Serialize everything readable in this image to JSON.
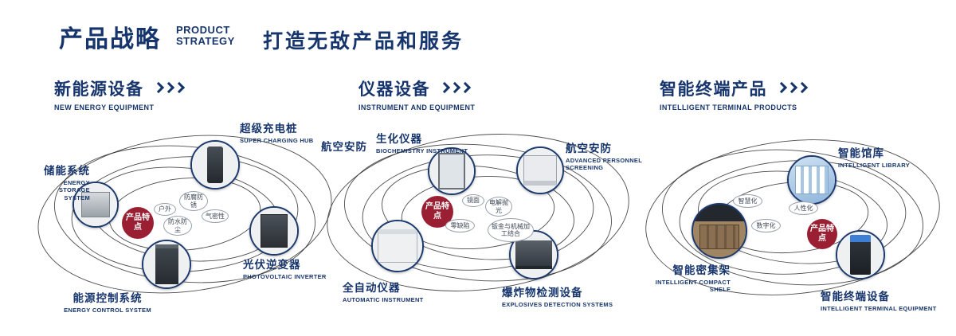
{
  "colors": {
    "navy": "#17356d",
    "feature_red": "#9b1f33",
    "orbit_line": "#2d2d2d"
  },
  "icons": {
    "section_arrow": "chevron-right-triple"
  },
  "header": {
    "title": "产品战略",
    "subtitle_lines": [
      "PRODUCT",
      "STRATEGY"
    ],
    "slogan": "打造无敌产品和服务"
  },
  "sections": [
    {
      "title": "新能源设备",
      "subtitle": "NEW ENERGY EQUIPMENT",
      "center_label": "产品特点",
      "nodes": [
        {
          "label": "储能系统",
          "sublabel": "ENERGY STORAGE SYSTEM"
        },
        {
          "label": "超级充电桩",
          "sublabel": "SUPER CHARGING HUB"
        },
        {
          "label": "光伏逆变器",
          "sublabel": "PHOTOVOLTAIC INVERTER"
        },
        {
          "label": "能源控制系统",
          "sublabel": "ENERGY CONTROL SYSTEM"
        }
      ],
      "features": [
        "户外",
        "防腐防锈",
        "气密性",
        "防水防尘"
      ]
    },
    {
      "title": "仪器设备",
      "subtitle": "INSTRUMENT AND EQUIPMENT",
      "extra_label": "航空安防",
      "center_label": "产品特点",
      "nodes": [
        {
          "label": "生化仪器",
          "sublabel": "BIOCHEMISTRY INSTRUMENT"
        },
        {
          "label": "航空安防",
          "sublabel": "ADVANCED PERSONNEL SCREENING"
        },
        {
          "label": "全自动仪器",
          "sublabel": "AUTOMATIC INSTRUMENT"
        },
        {
          "label": "爆炸物检测设备",
          "sublabel": "EXPLOSIVES DETECTION SYSTEMS"
        }
      ],
      "features": [
        "镜面",
        "电解抛光",
        "零缺陷",
        "钣金与机械加工结合"
      ]
    },
    {
      "title": "智能终端产品",
      "subtitle": "INTELLIGENT TERMINAL PRODUCTS",
      "center_label": "产品特点",
      "nodes": [
        {
          "label": "智能馆库",
          "sublabel": "INTELLIGENT LIBRARY"
        },
        {
          "label": "智能密集架",
          "sublabel": "INTELLIGENT COMPACT SHELF"
        },
        {
          "label": "智能终端设备",
          "sublabel": "INTELLIGENT TERMINAL EQUIPMENT"
        }
      ],
      "features": [
        "智慧化",
        "人性化",
        "数字化"
      ]
    }
  ]
}
